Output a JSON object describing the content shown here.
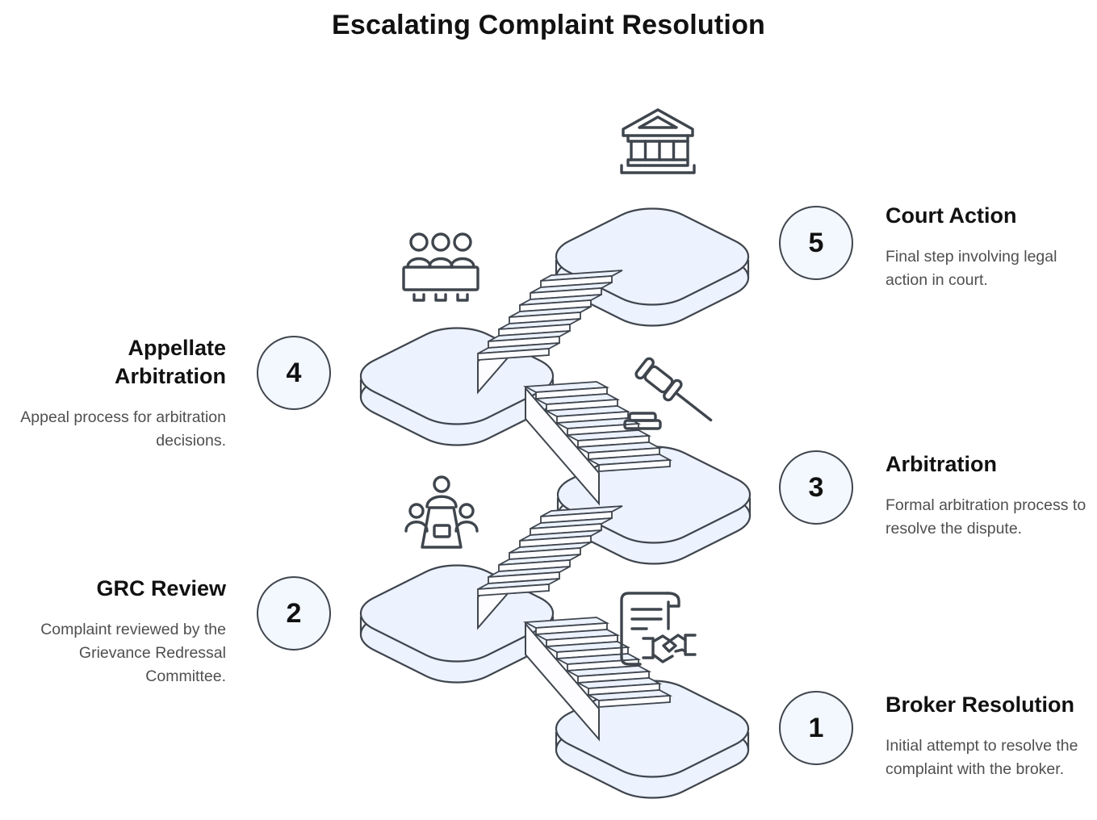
{
  "title": "Escalating Complaint Resolution",
  "steps": [
    {
      "number": "1",
      "title": "Broker Resolution",
      "description": "Initial attempt to resolve the complaint with the broker.",
      "side": "right",
      "icon": "contract-handshake-icon"
    },
    {
      "number": "2",
      "title": "GRC Review",
      "description": "Complaint reviewed by the Grievance Redressal Committee.",
      "side": "left",
      "icon": "meeting-table-icon"
    },
    {
      "number": "3",
      "title": "Arbitration",
      "description": "Formal arbitration process to resolve the dispute.",
      "side": "right",
      "icon": "gavel-icon"
    },
    {
      "number": "4",
      "title": "Appellate Arbitration",
      "description": "Appeal process for arbitration decisions.",
      "side": "left",
      "icon": "committee-icon"
    },
    {
      "number": "5",
      "title": "Court Action",
      "description": "Final step involving legal action in court.",
      "side": "right",
      "icon": "bank-icon"
    }
  ],
  "colors": {
    "outline": "#3f454d",
    "platform_fill": "#ecf2fe",
    "riser_fill": "#fdfdff",
    "circle_fill": "#f3f7fe",
    "title_text": "#111111",
    "desc_text": "#4f4f4f"
  }
}
